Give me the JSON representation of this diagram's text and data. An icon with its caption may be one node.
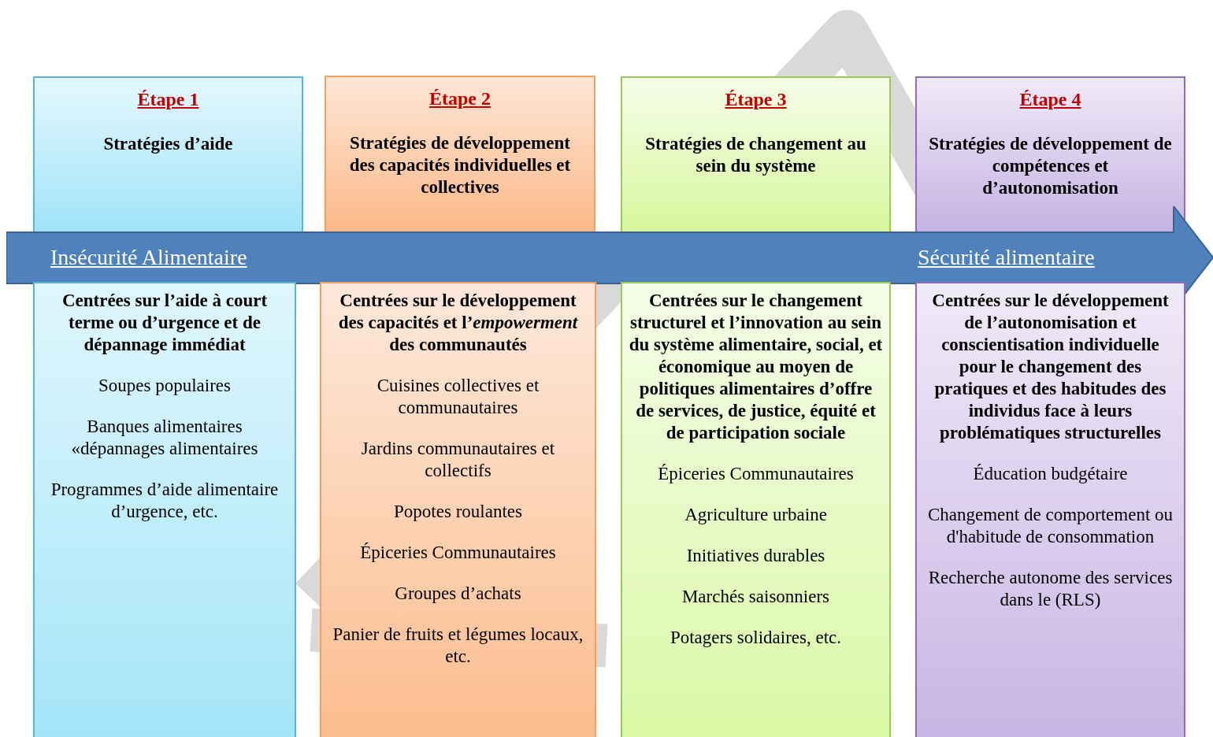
{
  "diagram": {
    "nodes": [
      {
        "text": [
          "Étape 1",
          "Stratégies d’aide"
        ]
      },
      {
        "text": [
          "Étape 2",
          "Stratégies de développement des capacités individuelles et collectives"
        ]
      },
      {
        "text": [
          "Étape 3",
          "Stratégies de changement au sein du système"
        ]
      },
      {
        "text": [
          "Étape 4",
          "Stratégies de développement de compétences et d’autonomisation"
        ]
      },
      {
        "text": [
          "Insécurité Alimentaire",
          "Sécurité alimentaire"
        ]
      },
      {
        "text": [
          "Centrées sur  l’aide à court terme ou d’urgence et de dépannage immédiat",
          "Soupes populaires",
          "Banques alimentaires «dépannages alimentaires",
          "Programmes d’aide alimentaire d’urgence, etc."
        ]
      },
      {
        "text": [
          "Centrées sur le développement des capacités et l’*empowerment* des communautés",
          "Cuisines collectives et communautaires",
          "Jardins communautaires et collectifs",
          "Popotes roulantes",
          "Épiceries Communautaires",
          "Groupes d’achats",
          "Panier de fruits et légumes locaux, etc."
        ]
      },
      {
        "text": [
          "Centrées sur le changement structurel et l’innovation au sein du système alimentaire, social, et économique au moyen de politiques alimentaires d’offre de services, de justice, équité et de participation sociale",
          "Épiceries Communautaires",
          "Agriculture urbaine",
          "Initiatives durables",
          "Marchés saisonniers",
          "Potagers solidaires, etc."
        ]
      },
      {
        "text": [
          "Centrées sur le développement de l’autonomisation et conscientisation individuelle pour le changement des pratiques et des habitudes des individus face à leurs problématiques structurelles",
          "Éducation budgétaire",
          "Changement de comportement ou d'habitude de consommation",
          "Recherche autonome des services dans le (RLS)"
        ]
      }
    ]
  }
}
